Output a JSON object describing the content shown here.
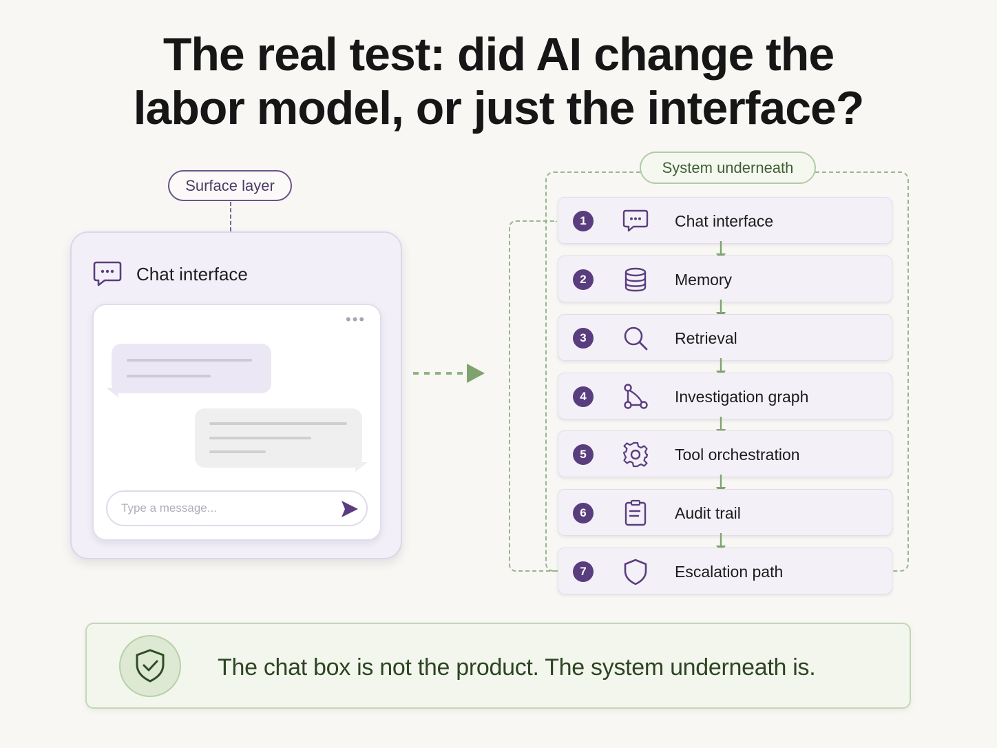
{
  "title": {
    "line1": "The real test: did AI change the",
    "line2": "labor model, or just the interface?"
  },
  "surface": {
    "pill_label": "Surface layer",
    "header_label": "Chat interface",
    "header_icon": "chat-bubble-icon",
    "input_placeholder": "Type a message...",
    "send_icon": "send-icon"
  },
  "system": {
    "pill_label": "System underneath",
    "steps": [
      {
        "number": "1",
        "label": "Chat interface",
        "icon": "chat-bubble-icon"
      },
      {
        "number": "2",
        "label": "Memory",
        "icon": "database-icon"
      },
      {
        "number": "3",
        "label": "Retrieval",
        "icon": "search-icon"
      },
      {
        "number": "4",
        "label": "Investigation graph",
        "icon": "graph-icon"
      },
      {
        "number": "5",
        "label": "Tool orchestration",
        "icon": "gear-icon"
      },
      {
        "number": "6",
        "label": "Audit trail",
        "icon": "clipboard-icon"
      },
      {
        "number": "7",
        "label": "Escalation path",
        "icon": "shield-icon"
      }
    ]
  },
  "footer": {
    "icon": "shield-check-icon",
    "text": "The chat box is not the product. The system underneath is."
  },
  "colors": {
    "purple_accent": "#5a3d7e",
    "green_accent": "#7fa36f",
    "background": "#f8f7f4"
  }
}
